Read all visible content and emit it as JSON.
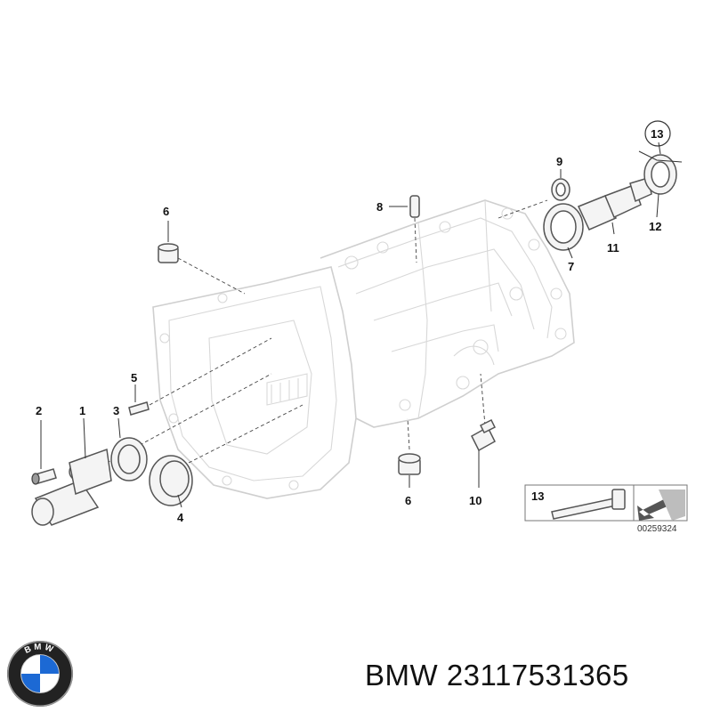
{
  "diagram": {
    "callouts": {
      "c1": "1",
      "c2": "2",
      "c3": "3",
      "c4": "4",
      "c5": "5",
      "c6_top": "6",
      "c6_bottom": "6",
      "c7": "7",
      "c8": "8",
      "c9": "9",
      "c10": "10",
      "c11": "11",
      "c12": "12",
      "c13": "13"
    },
    "inset": {
      "label": "13",
      "reference": "00259324"
    },
    "logo_lettering": "BMW"
  },
  "caption": {
    "brand": "BMW",
    "part_number": "23117531365"
  },
  "colors": {
    "line": "#555555",
    "housing": "#cfcfcf",
    "logo_blue": "#1c69d4",
    "text": "#111111"
  }
}
